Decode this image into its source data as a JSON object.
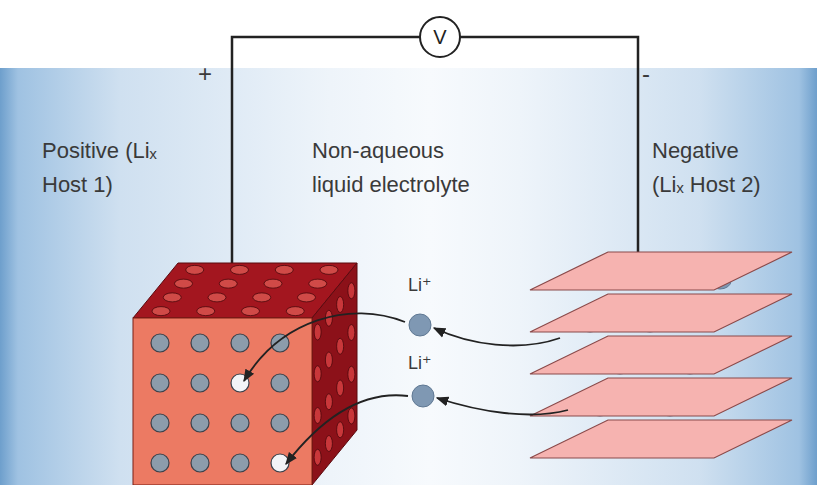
{
  "diagram": {
    "nodes": [
      {
        "text": [
          "V"
        ]
      }
    ],
    "labels": [
      "+",
      "-",
      "Positive (Liₓ Host 1)",
      "Non-aqueous liquid electrolyte",
      "Negative (Liₓ Host 2)",
      "Li⁺",
      "Li⁺"
    ]
  }
}
